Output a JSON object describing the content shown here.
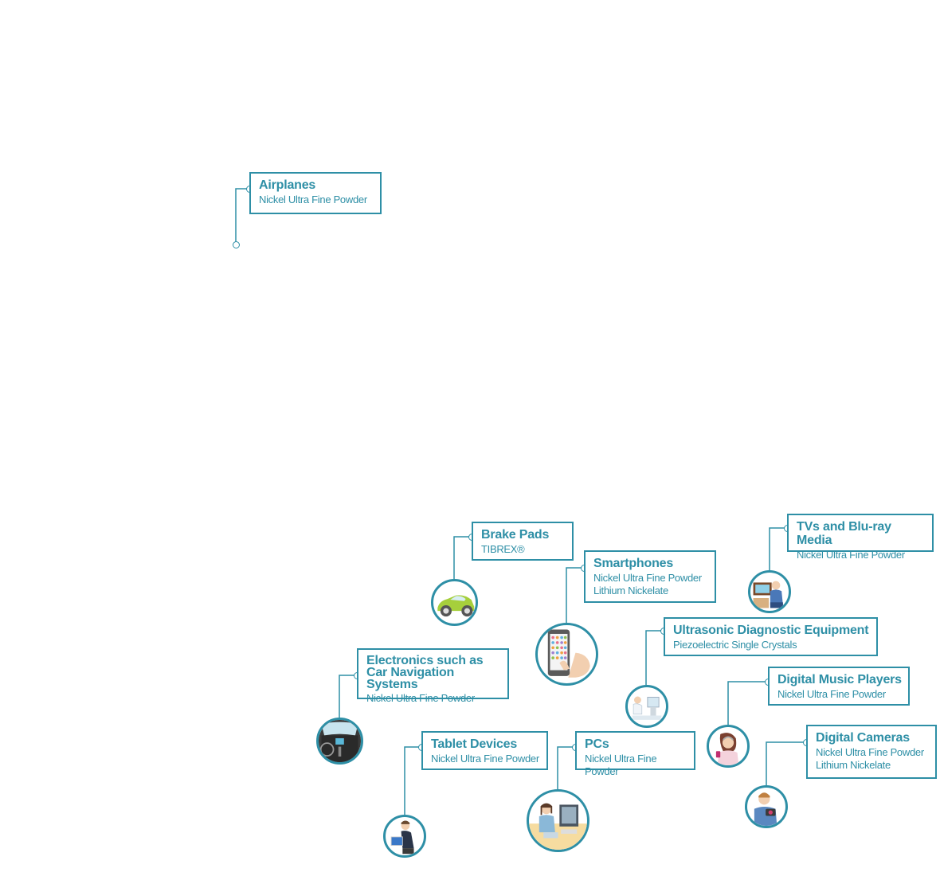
{
  "applications": {
    "airplanes": {
      "title": "Airplanes",
      "products": [
        "Nickel Ultra Fine Powder"
      ]
    },
    "brake_pads": {
      "title": "Brake Pads",
      "products": [
        "TIBREX®"
      ]
    },
    "smartphones": {
      "title": "Smartphones",
      "products": [
        "Nickel Ultra Fine Powder",
        "Lithium Nickelate"
      ]
    },
    "tvs": {
      "title": "TVs and Blu-ray Media",
      "products": [
        "Nickel Ultra Fine Powder"
      ]
    },
    "ultrasonic": {
      "title": "Ultrasonic Diagnostic Equipment",
      "products": [
        "Piezoelectric Single Crystals"
      ]
    },
    "electronics": {
      "title": "Electronics such as\nCar Navigation Systems",
      "products": [
        "Nickel Ultra Fine Powder"
      ]
    },
    "music_players": {
      "title": "Digital Music Players",
      "products": [
        "Nickel Ultra Fine Powder"
      ]
    },
    "tablets": {
      "title": "Tablet Devices",
      "products": [
        "Nickel Ultra Fine Powder"
      ]
    },
    "pcs": {
      "title": "PCs",
      "products": [
        "Nickel Ultra Fine Powder"
      ]
    },
    "cameras": {
      "title": "Digital Cameras",
      "products": [
        "Nickel Ultra Fine Powder",
        "Lithium Nickelate"
      ]
    }
  },
  "colors": {
    "accent": "#2e8fa6",
    "background": "#ffffff"
  },
  "icons": {
    "brake_pads": "car-icon",
    "smartphones": "smartphone-icon",
    "tvs": "tv-viewer-icon",
    "ultrasonic": "ultrasound-icon",
    "electronics": "car-dashboard-icon",
    "music_players": "music-player-icon",
    "tablets": "tablet-user-icon",
    "pcs": "pc-user-icon",
    "cameras": "camera-user-icon"
  }
}
